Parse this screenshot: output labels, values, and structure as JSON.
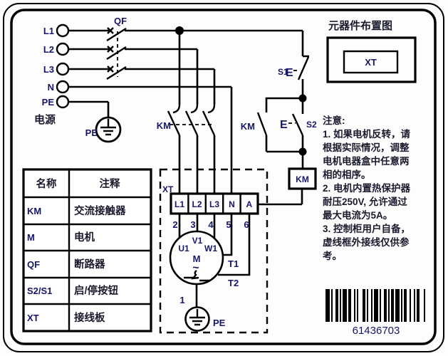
{
  "colors": {
    "line": "#000000",
    "label_text": "#16166b",
    "body_text": "#1a1a2e"
  },
  "power": {
    "label": "电源",
    "terminals": [
      "L1",
      "L2",
      "L3",
      "N",
      "PE"
    ],
    "ground_label": "PE"
  },
  "breaker": {
    "label": "QF"
  },
  "contactor": {
    "main_label": "KM",
    "aux_label": "KM",
    "coil_label": "KM"
  },
  "buttons": {
    "s1": "S1",
    "s2": "S2",
    "actuator": "E"
  },
  "layout_diagram": {
    "title": "元器件布置图",
    "item": "XT"
  },
  "control_box": {
    "xt_label": "XT",
    "terminals": [
      "L1",
      "L2",
      "L3",
      "N",
      "A"
    ],
    "terminal_numbers": [
      "2",
      "3",
      "4",
      "5",
      "6"
    ],
    "motor": {
      "v1": "V1",
      "u1": "U1",
      "w1": "W1",
      "m": "M",
      "wave": "~",
      "t1": "T1",
      "t2": "T2",
      "ground_wire": "1",
      "ground_label": "PE"
    }
  },
  "legend_table": {
    "headers": [
      "名称",
      "注释"
    ],
    "rows": [
      [
        "KM",
        "交流接触器"
      ],
      [
        "M",
        "电机"
      ],
      [
        "QF",
        "断路器"
      ],
      [
        "S2/S1",
        "启/停按钮"
      ],
      [
        "XT",
        "接线板"
      ]
    ]
  },
  "notes": {
    "lines": [
      "注意:",
      "1. 如果电机反转，请",
      "根据实际情况，调整",
      "电机电器盒中任意两",
      "相的相序。",
      "2. 电机内置热保护器",
      "耐压250V, 允许通过",
      "最大电流为5A。",
      "3. 控制柜用户自备，",
      "虚线框外接线仅供参",
      "考。"
    ]
  },
  "barcode": {
    "number": "61436703"
  }
}
